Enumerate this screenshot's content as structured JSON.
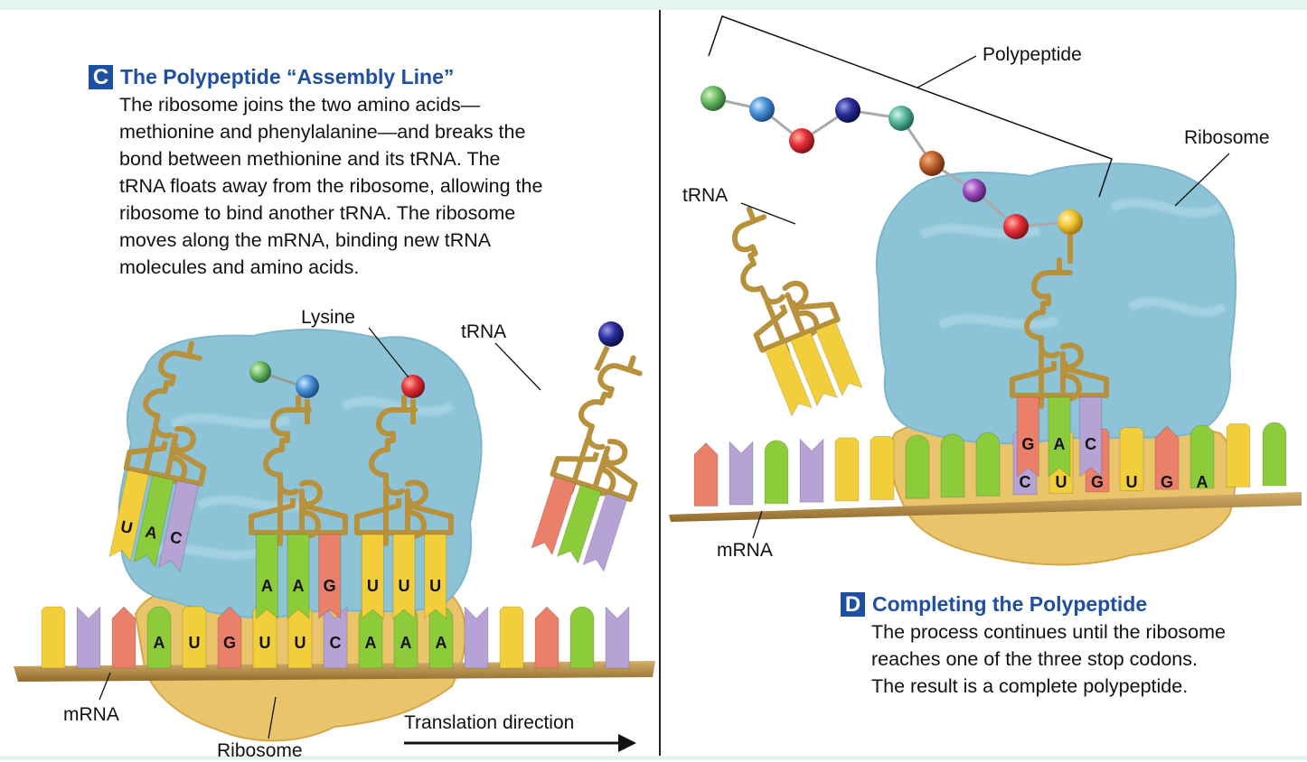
{
  "panel_c": {
    "badge": "C",
    "title": "The Polypeptide “Assembly Line”",
    "lines": [
      "The ribosome joins the two amino acids—",
      "methionine and phenylalanine—and breaks the",
      "bond between methionine and its tRNA. The",
      "tRNA floats away from the ribosome, allowing the",
      "ribosome to bind another tRNA. The ribosome",
      "moves along the mRNA, binding new tRNA",
      "molecules and amino acids."
    ],
    "labels": {
      "lysine": "Lysine",
      "trna": "tRNA",
      "mrna": "mRNA",
      "ribosome": "Ribosome",
      "direction": "Translation direction"
    },
    "anticodon_left": [
      "U",
      "A",
      "C"
    ],
    "anticodon_mid": [
      "A",
      "A",
      "G"
    ],
    "anticodon_right": [
      "U",
      "U",
      "U"
    ],
    "codons": [
      "A",
      "U",
      "G",
      "U",
      "U",
      "C",
      "A",
      "A",
      "A"
    ]
  },
  "panel_d": {
    "badge": "D",
    "title": "Completing the Polypeptide",
    "lines": [
      "The process continues until the ribosome",
      "reaches one of the three stop codons.",
      "The result is a complete polypeptide."
    ],
    "labels": {
      "polypeptide": "Polypeptide",
      "ribosome": "Ribosome",
      "trna": "tRNA",
      "mrna": "mRNA"
    },
    "anticodon": [
      "G",
      "A",
      "C"
    ],
    "codons": [
      "C",
      "U",
      "G",
      "U",
      "G",
      "A"
    ]
  },
  "colors": {
    "header_blue": "#1f4fa0",
    "ribosome_blue": "#8cc3d6",
    "ribosome_tan": "#e9c46a",
    "trna_gold": "#b8913c",
    "base_yellow": "#f2cf3a",
    "base_green": "#8ccc3a",
    "base_purple": "#b7a2d6",
    "base_red": "#ea7f6a"
  }
}
